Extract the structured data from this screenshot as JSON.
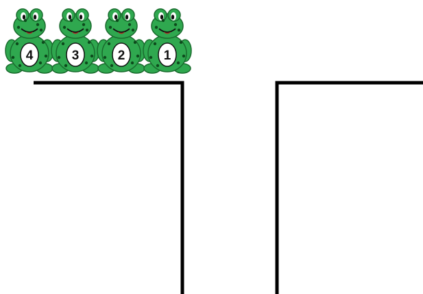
{
  "colors": {
    "frog_body": "#2fa84f",
    "frog_dark": "#1a6b2e",
    "frog_spots": "#0d4a1c",
    "belly": "#ffffff",
    "wall": "#000000",
    "background": "#ffffff"
  },
  "frogs": [
    {
      "number": "4",
      "icon": "frog-icon"
    },
    {
      "number": "3",
      "icon": "frog-icon"
    },
    {
      "number": "2",
      "icon": "frog-icon"
    },
    {
      "number": "1",
      "icon": "frog-icon"
    }
  ]
}
